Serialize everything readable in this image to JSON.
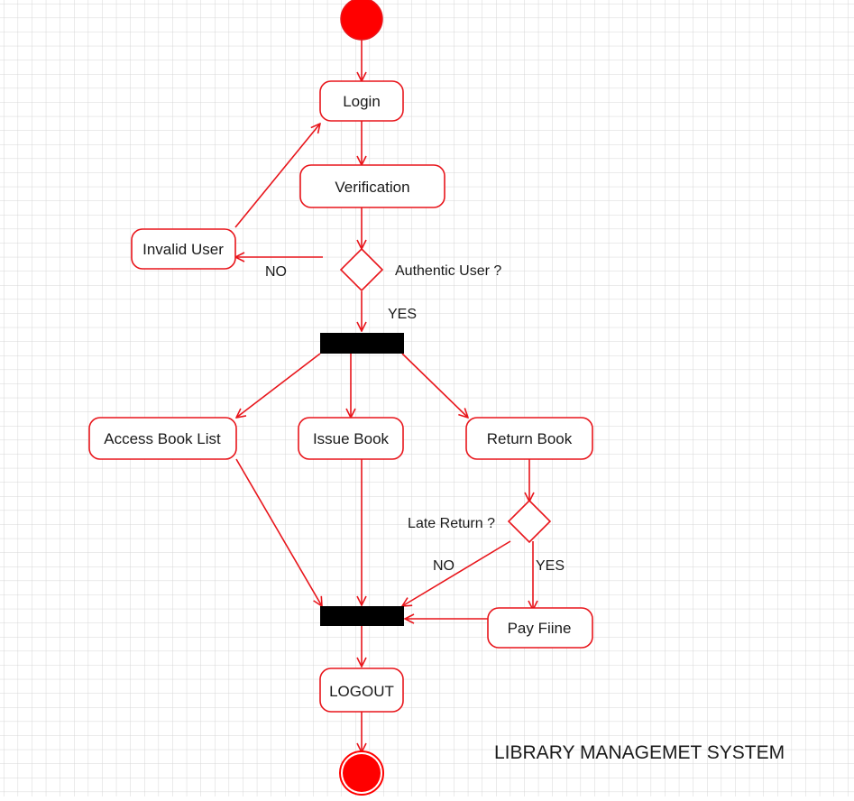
{
  "colors": {
    "grid": "#d6d6d6",
    "stroke": "#e8151b",
    "fill": "#ff0000",
    "bar": "#000000",
    "text": "#1a1a1a"
  },
  "title": "LIBRARY MANAGEMET SYSTEM",
  "nodes": {
    "login": "Login",
    "verification": "Verification",
    "invalid_user": "Invalid User",
    "access_book_list": "Access Book List",
    "issue_book": "Issue Book",
    "return_book": "Return Book",
    "pay_fine": "Pay Fiine",
    "logout": "LOGOUT"
  },
  "decisions": {
    "authentic_user": "Authentic User ?",
    "late_return": "Late Return ?"
  },
  "edge_labels": {
    "auth_no": "NO",
    "auth_yes": "YES",
    "late_no": "NO",
    "late_yes": "YES"
  }
}
